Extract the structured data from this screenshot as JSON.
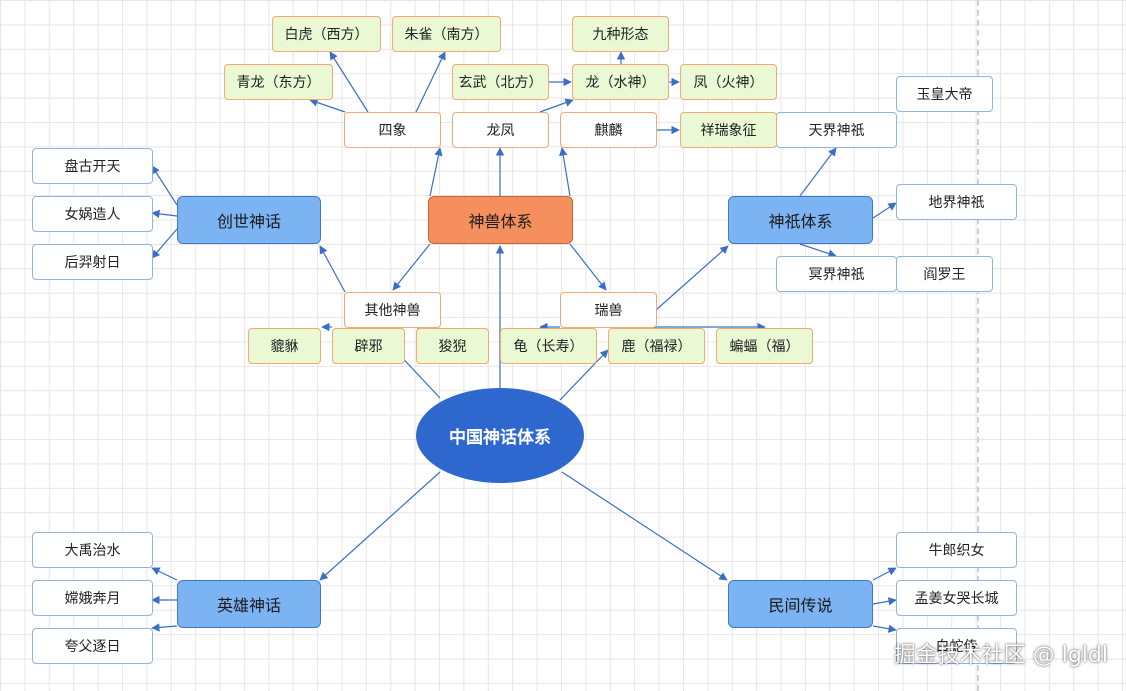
{
  "center": "中国神话体系",
  "categories": {
    "creation": "创世神话",
    "beasts": "神兽体系",
    "deities": "神祇体系",
    "heroes": "英雄神话",
    "folk": "民间传说"
  },
  "creation_items": [
    "盘古开天",
    "女娲造人",
    "后羿射日"
  ],
  "hero_items": [
    "大禹治水",
    "嫦娥奔月",
    "夸父逐日"
  ],
  "folk_items": [
    "牛郎织女",
    "孟姜女哭长城",
    "白蛇传"
  ],
  "deity_groups": {
    "heaven": "天界神祇",
    "earth": "地界神祇",
    "underworld": "冥界神祇",
    "jade_emperor": "玉皇大帝",
    "yama": "阎罗王"
  },
  "beast_groups": {
    "four_symbols": "四象",
    "dragon_phoenix": "龙凤",
    "qilin": "麒麟",
    "other_beasts": "其他神兽",
    "auspicious": "瑞兽"
  },
  "four_symbols_items": {
    "white_tiger": "白虎（西方）",
    "vermilion_bird": "朱雀（南方）",
    "azure_dragon": "青龙（东方）",
    "black_tortoise": "玄武（北方）"
  },
  "dragon_phoenix_items": {
    "nine_forms": "九种形态",
    "dragon": "龙（水神）",
    "phoenix": "凤（火神）"
  },
  "qilin_items": {
    "auspicious_symbol": "祥瑞象征"
  },
  "other_beast_items": {
    "pixiu": "貔貅",
    "bixie": "辟邪",
    "suanni": "狻猊"
  },
  "auspicious_items": {
    "turtle": "龟（长寿）",
    "deer": "鹿（福禄）",
    "bat": "蝙蝠（福）"
  },
  "watermark": "掘金技术社区 @ lgldl",
  "colors": {
    "center": "#2e68cf",
    "category_blue": "#7cb3f2",
    "category_orange": "#f5905e",
    "leaf_green": "#eaf8d4",
    "edge": "#3a6fc4"
  }
}
